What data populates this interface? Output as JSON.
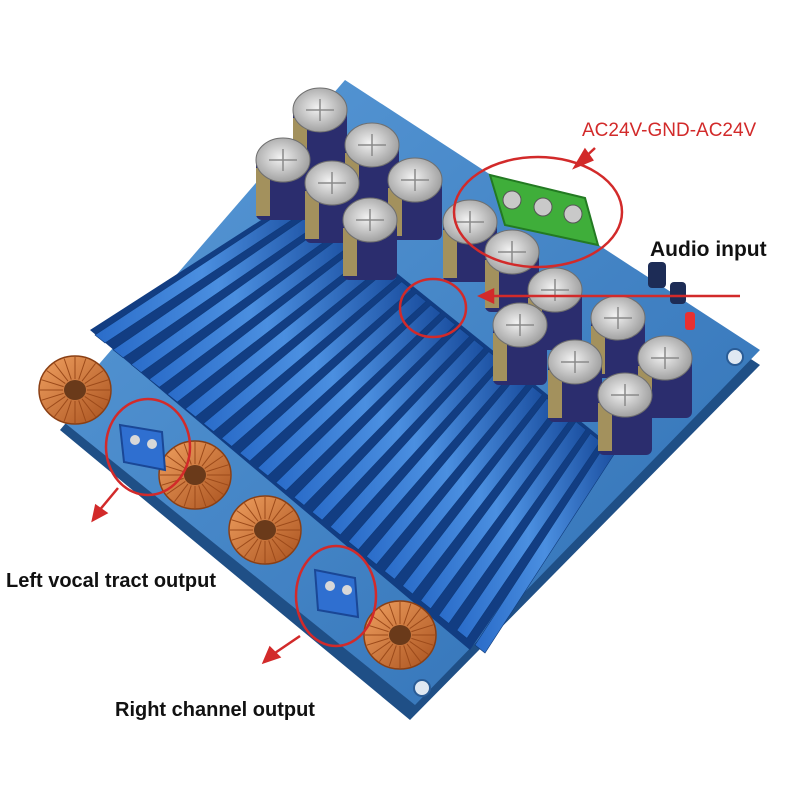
{
  "callouts": {
    "power_input": "AC24V-GND-AC24V",
    "audio_input": "Audio input",
    "left_output": "Left vocal tract output",
    "right_output": "Right channel output"
  },
  "colors": {
    "board": "#3d7fc1",
    "heatsink": "#1f5fb8",
    "capacitor_body": "#2b2d6e",
    "capacitor_band": "#b8a35a",
    "inductor": "#d2773a",
    "terminal_green": "#3fae3a",
    "terminal_blue": "#2f6fd0",
    "callout_red": "#d22a2a"
  }
}
